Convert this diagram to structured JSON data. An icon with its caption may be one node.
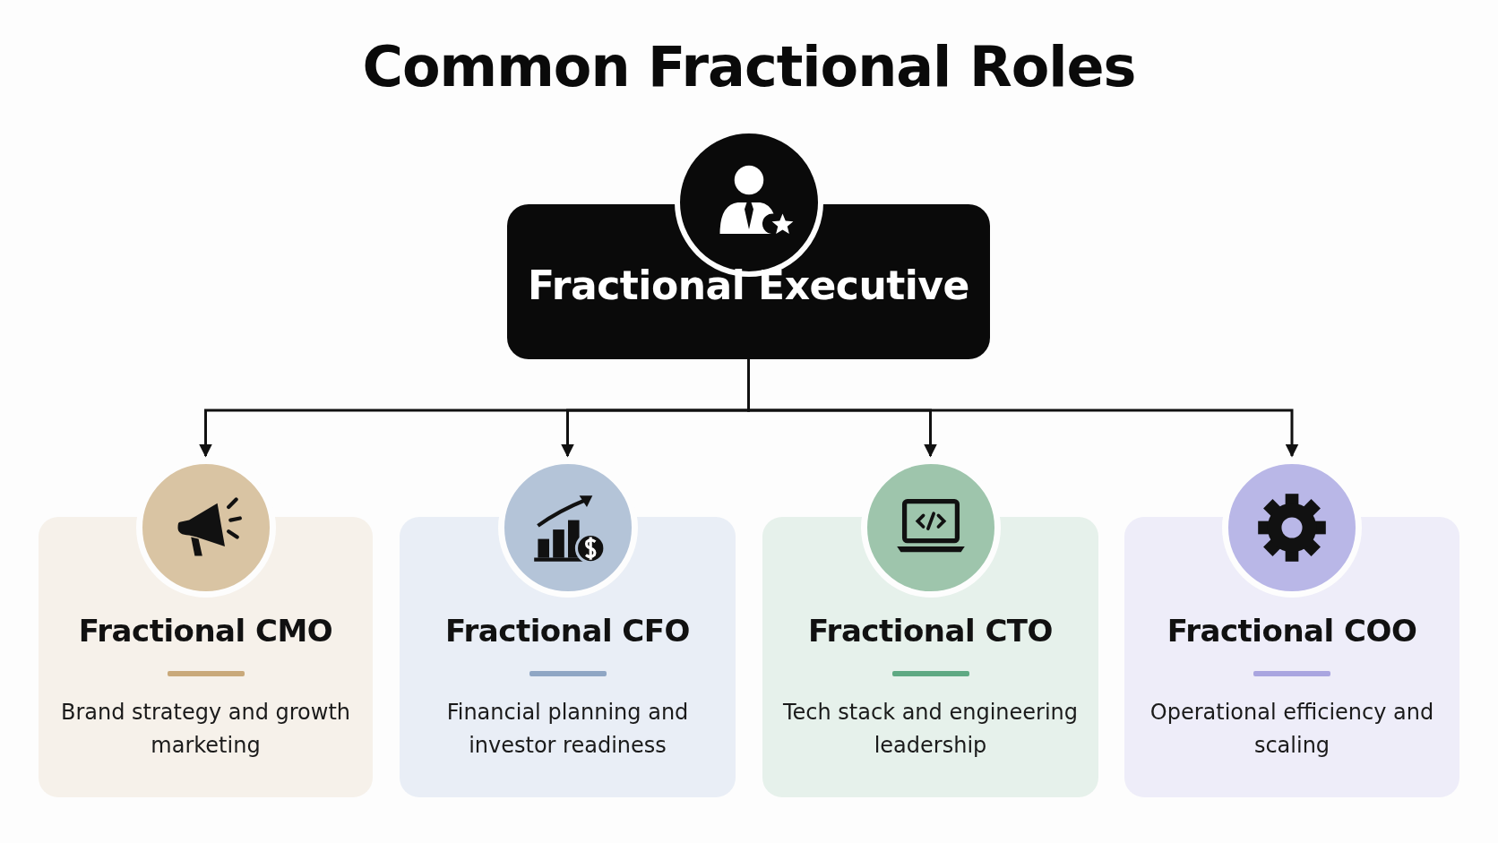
{
  "diagram": {
    "title": "Common Fractional Roles",
    "nodes": [
      {
        "text": [
          "Fractional Executive"
        ]
      },
      {
        "text": [
          "Fractional CMO",
          "Brand strategy and growth marketing"
        ]
      },
      {
        "text": [
          "Fractional CFO",
          "Financial planning and investor readiness"
        ]
      },
      {
        "text": [
          "Fractional CTO",
          "Tech stack and engineering leadership"
        ]
      },
      {
        "text": [
          "Fractional COO",
          "Operational efficiency and scaling"
        ]
      }
    ],
    "edges": [
      {
        "from": 0,
        "to": 1,
        "arrow": "to"
      },
      {
        "from": 0,
        "to": 2,
        "arrow": "to"
      },
      {
        "from": 0,
        "to": 3,
        "arrow": "to"
      },
      {
        "from": 0,
        "to": 4,
        "arrow": "to"
      }
    ]
  }
}
